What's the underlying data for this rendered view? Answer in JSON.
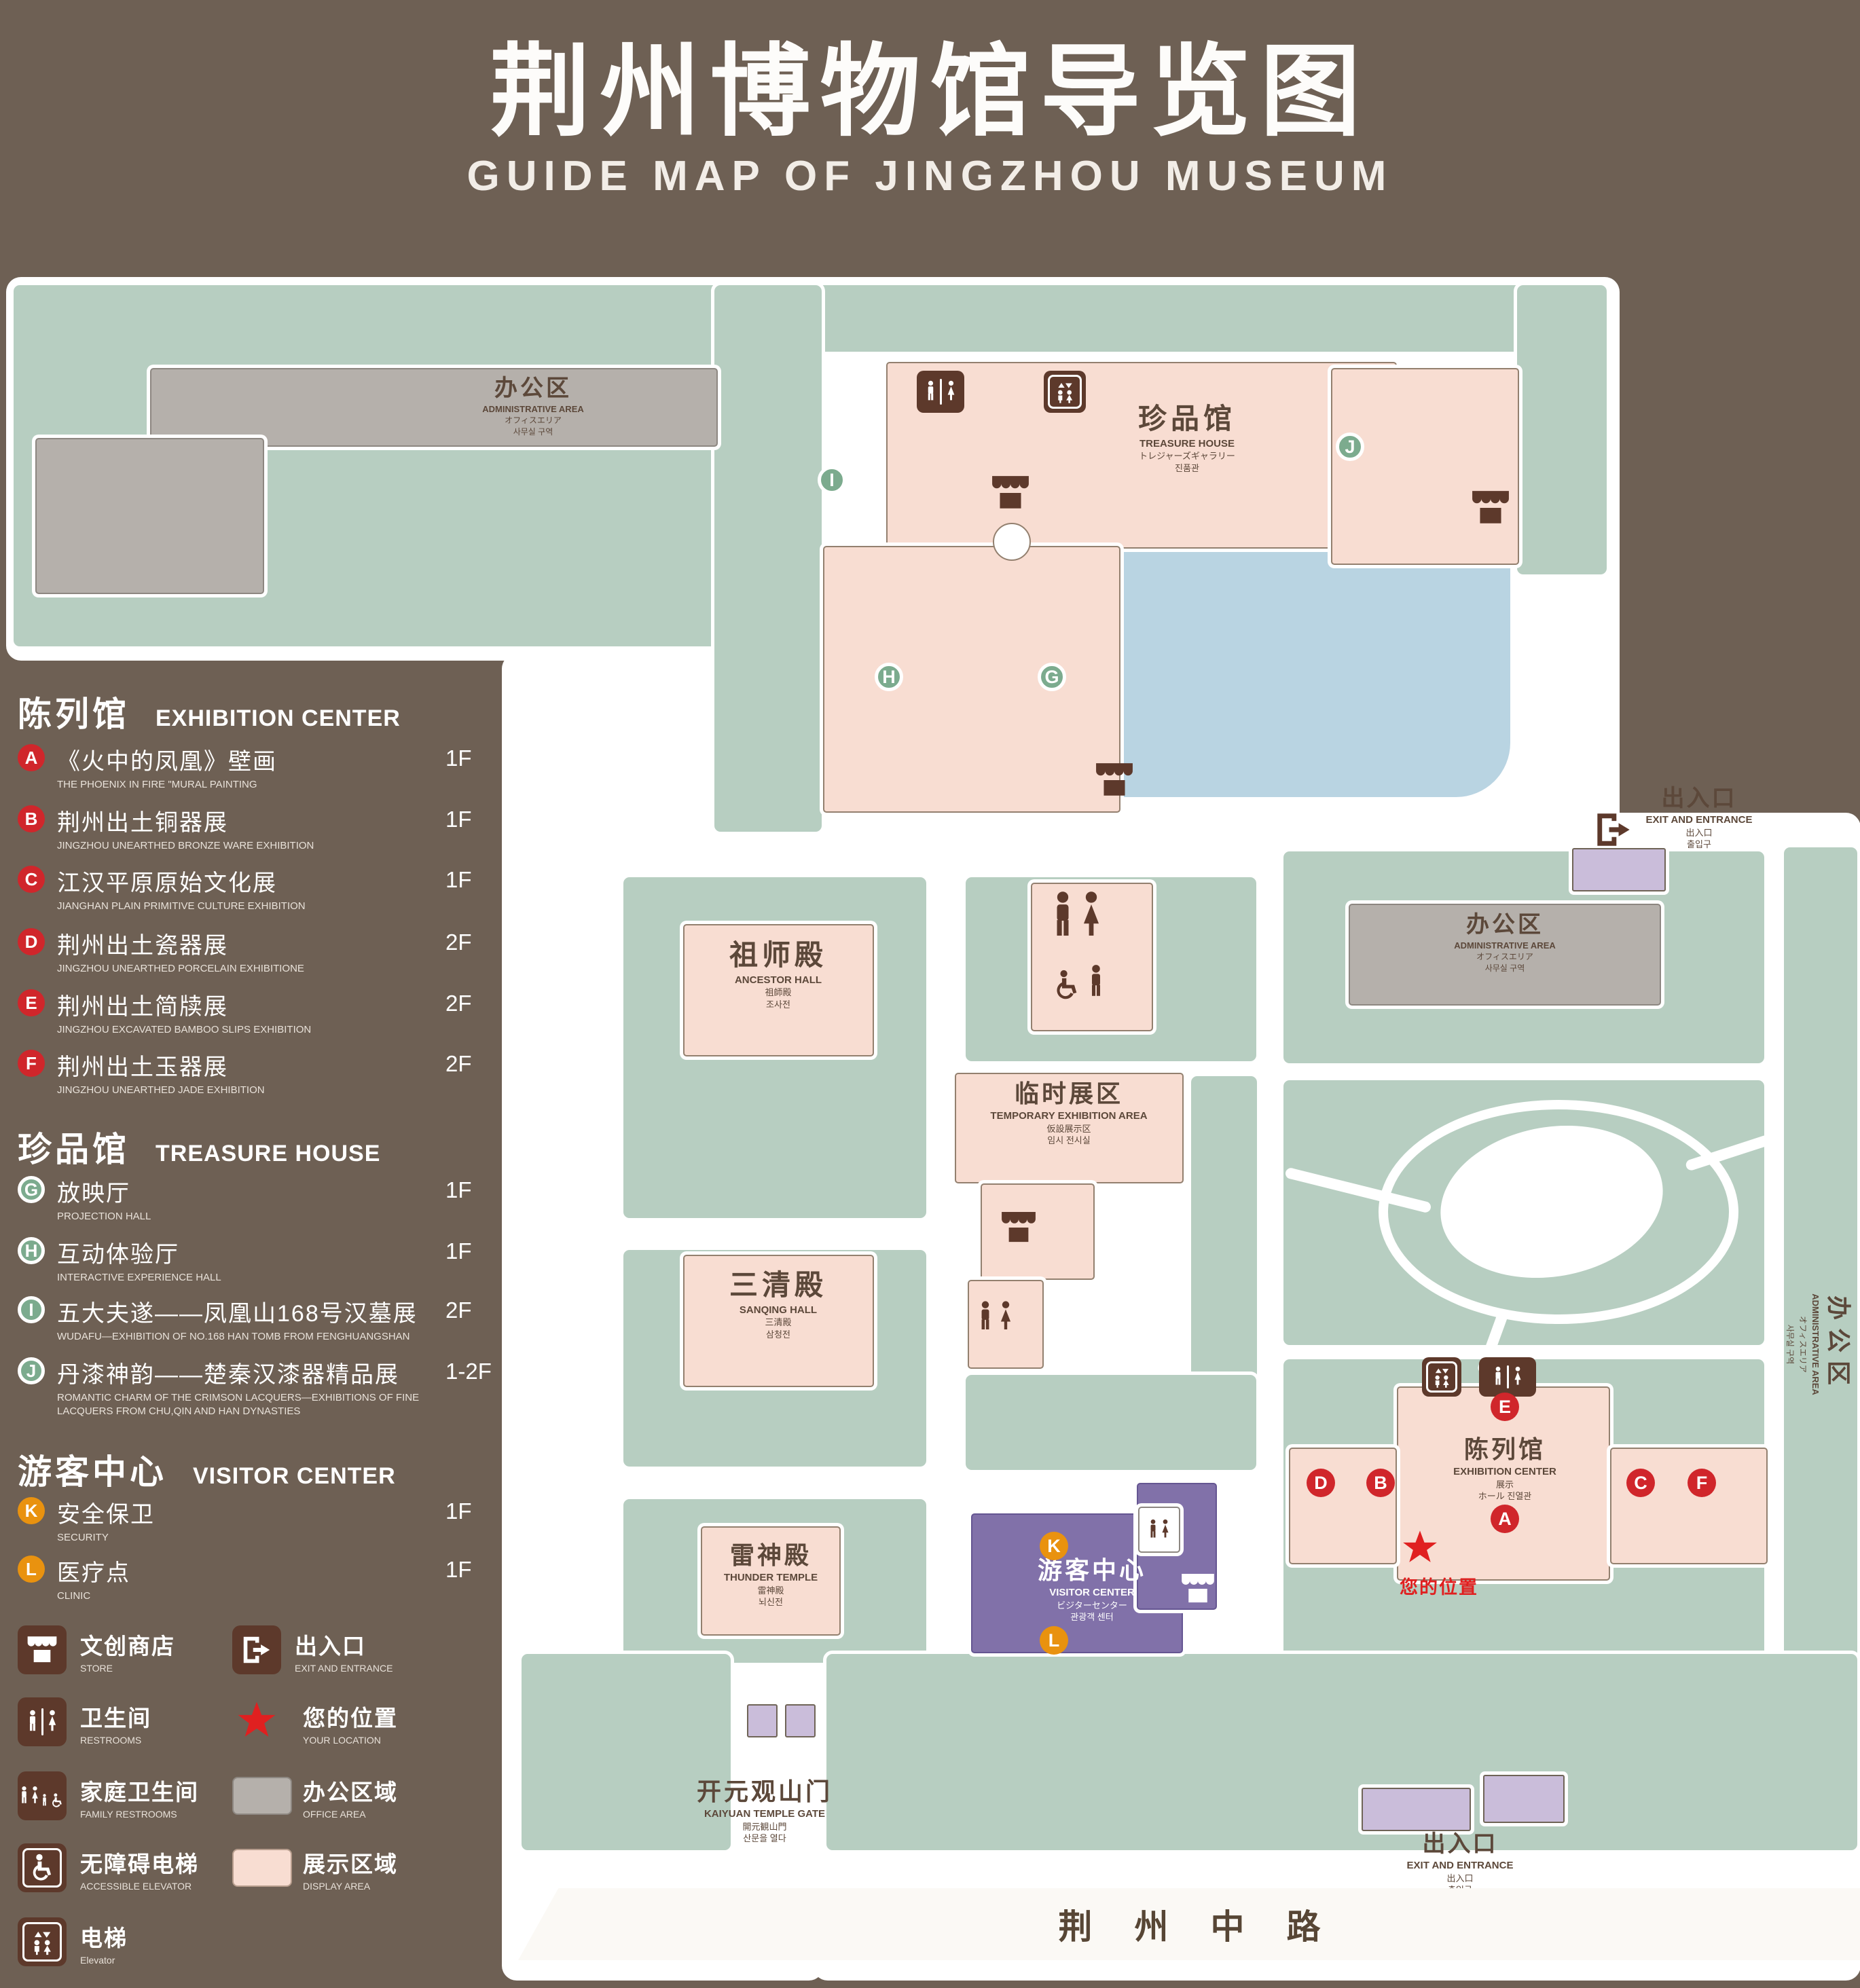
{
  "title": {
    "zh": "荆州博物馆导览图",
    "en": "GUIDE MAP OF JINGZHOU MUSEUM"
  },
  "legend": {
    "sections": [
      {
        "zh": "陈列馆",
        "en": "EXHIBITION CENTER"
      },
      {
        "zh": "珍品馆",
        "en": "TREASURE HOUSE"
      },
      {
        "zh": "游客中心",
        "en": "VISITOR CENTER"
      }
    ],
    "items": [
      {
        "marker": "A",
        "zh": "《火中的凤凰》壁画",
        "en": "THE PHOENIX IN FIRE \"MURAL PAINTING",
        "floor": "1F"
      },
      {
        "marker": "B",
        "zh": "荆州出土铜器展",
        "en": "JINGZHOU UNEARTHED BRONZE WARE EXHIBITION",
        "floor": "1F"
      },
      {
        "marker": "C",
        "zh": "江汉平原原始文化展",
        "en": "JIANGHAN PLAIN PRIMITIVE CULTURE EXHIBITION",
        "floor": "1F"
      },
      {
        "marker": "D",
        "zh": "荆州出土瓷器展",
        "en": "JINGZHOU UNEARTHED PORCELAIN EXHIBITIONE",
        "floor": "2F"
      },
      {
        "marker": "E",
        "zh": "荆州出土简牍展",
        "en": "JINGZHOU EXCAVATED BAMBOO SLIPS EXHIBITION",
        "floor": "2F"
      },
      {
        "marker": "F",
        "zh": "荆州出土玉器展",
        "en": "JINGZHOU UNEARTHED JADE EXHIBITION",
        "floor": "2F"
      },
      {
        "marker": "G",
        "zh": "放映厅",
        "en": "PROJECTION HALL",
        "floor": "1F"
      },
      {
        "marker": "H",
        "zh": "互动体验厅",
        "en": "INTERACTIVE EXPERIENCE HALL",
        "floor": "1F"
      },
      {
        "marker": "I",
        "zh": "五大夫遂——凤凰山168号汉墓展",
        "en": "WUDAFU—EXHIBITION OF NO.168 HAN TOMB FROM FENGHUANGSHAN",
        "floor": "2F"
      },
      {
        "marker": "J",
        "zh": "丹漆神韵——楚秦汉漆器精品展",
        "en": "ROMANTIC CHARM OF THE CRIMSON LACQUERS—EXHIBITIONS OF FINE LACQUERS FROM CHU,QIN AND HAN DYNASTIES",
        "floor": "1-2F"
      },
      {
        "marker": "K",
        "zh": "安全保卫",
        "en": "SECURITY",
        "floor": "1F"
      },
      {
        "marker": "L",
        "zh": "医疗点",
        "en": "CLINIC",
        "floor": "1F"
      }
    ],
    "symbols": [
      {
        "zh": "文创商店",
        "en": "STORE"
      },
      {
        "zh": "出入口",
        "en": "EXIT AND ENTRANCE"
      },
      {
        "zh": "卫生间",
        "en": "RESTROOMS"
      },
      {
        "zh": "您的位置",
        "en": "YOUR LOCATION"
      },
      {
        "zh": "家庭卫生间",
        "en": "FAMILY RESTROOMS"
      },
      {
        "zh": "办公区域",
        "en": "OFFICE AREA"
      },
      {
        "zh": "无障碍电梯",
        "en": "ACCESSIBLE ELEVATOR"
      },
      {
        "zh": "展示区域",
        "en": "DISPLAY AREA"
      },
      {
        "zh": "电梯",
        "en": "Elevator"
      }
    ]
  },
  "map": {
    "admin_tl": {
      "zh": "办公区",
      "en": "ADMINISTRATIVE AREA",
      "jp": "オフィスエリア",
      "kr": "사무실 구역"
    },
    "admin_rc": {
      "zh": "办公区",
      "en": "ADMINISTRATIVE AREA",
      "jp": "オフィスエリア",
      "kr": "사무실 구역"
    },
    "admin_strip": {
      "zh": "办公区",
      "en": "ADMINISTRATIVE AREA",
      "jp": "オフィスエリア",
      "kr": "사무실 구역"
    },
    "treasure": {
      "zh": "珍品馆",
      "en": "TREASURE HOUSE",
      "jp": "トレジャーズギャラリー",
      "kr": "진품관"
    },
    "ancestor": {
      "zh": "祖师殿",
      "en": "ANCESTOR HALL",
      "jp": "祖師殿",
      "kr": "조사전"
    },
    "temporary": {
      "zh": "临时展区",
      "en": "TEMPORARY EXHIBITION AREA",
      "jp": "仮設展示区",
      "kr": "임시 전시실"
    },
    "sanqing": {
      "zh": "三清殿",
      "en": "SANQING HALL",
      "jp": "三清殿",
      "kr": "삼청전"
    },
    "thunder": {
      "zh": "雷神殿",
      "en": "THUNDER TEMPLE",
      "jp": "雷神殿",
      "kr": "뇌신전"
    },
    "visitor": {
      "zh": "游客中心",
      "en": "VISITOR CENTER",
      "jp": "ビジターセンター",
      "kr": "관광객 센터"
    },
    "exhibition": {
      "zh": "陈列馆",
      "en": "EXHIBITION CENTER",
      "jp": "展示",
      "kr": "ホール 진열관"
    },
    "exit_tr": {
      "zh": "出入口",
      "en": "EXIT AND ENTRANCE",
      "jp": "出入口",
      "kr": "출입구"
    },
    "exit_b": {
      "zh": "出入口",
      "en": "EXIT AND ENTRANCE",
      "jp": "出入口",
      "kr": "출입구"
    },
    "gate": {
      "zh": "开元观山门",
      "en": "KAIYUAN TEMPLE GATE",
      "jp": "開元観山門",
      "kr": "산문을 열다"
    },
    "road": "荆州中路",
    "location": "您的位置",
    "markers": [
      "I",
      "J",
      "H",
      "G",
      "E",
      "D",
      "B",
      "C",
      "F",
      "A",
      "K",
      "L"
    ]
  },
  "colors": {
    "background": "#6e6054",
    "green": "#b7cec1",
    "display_pink": "#f8ddd2",
    "office_gray": "#b5b0ab",
    "pond_blue": "#b9d4e2",
    "visitor_purple": "#8171a9",
    "entrance_lavender": "#cabdda",
    "icon_brown": "#5d392b",
    "marker_red": "#d0262b",
    "marker_green": "#7cab8e",
    "marker_orange": "#e9920f",
    "location_red": "#e02020"
  }
}
